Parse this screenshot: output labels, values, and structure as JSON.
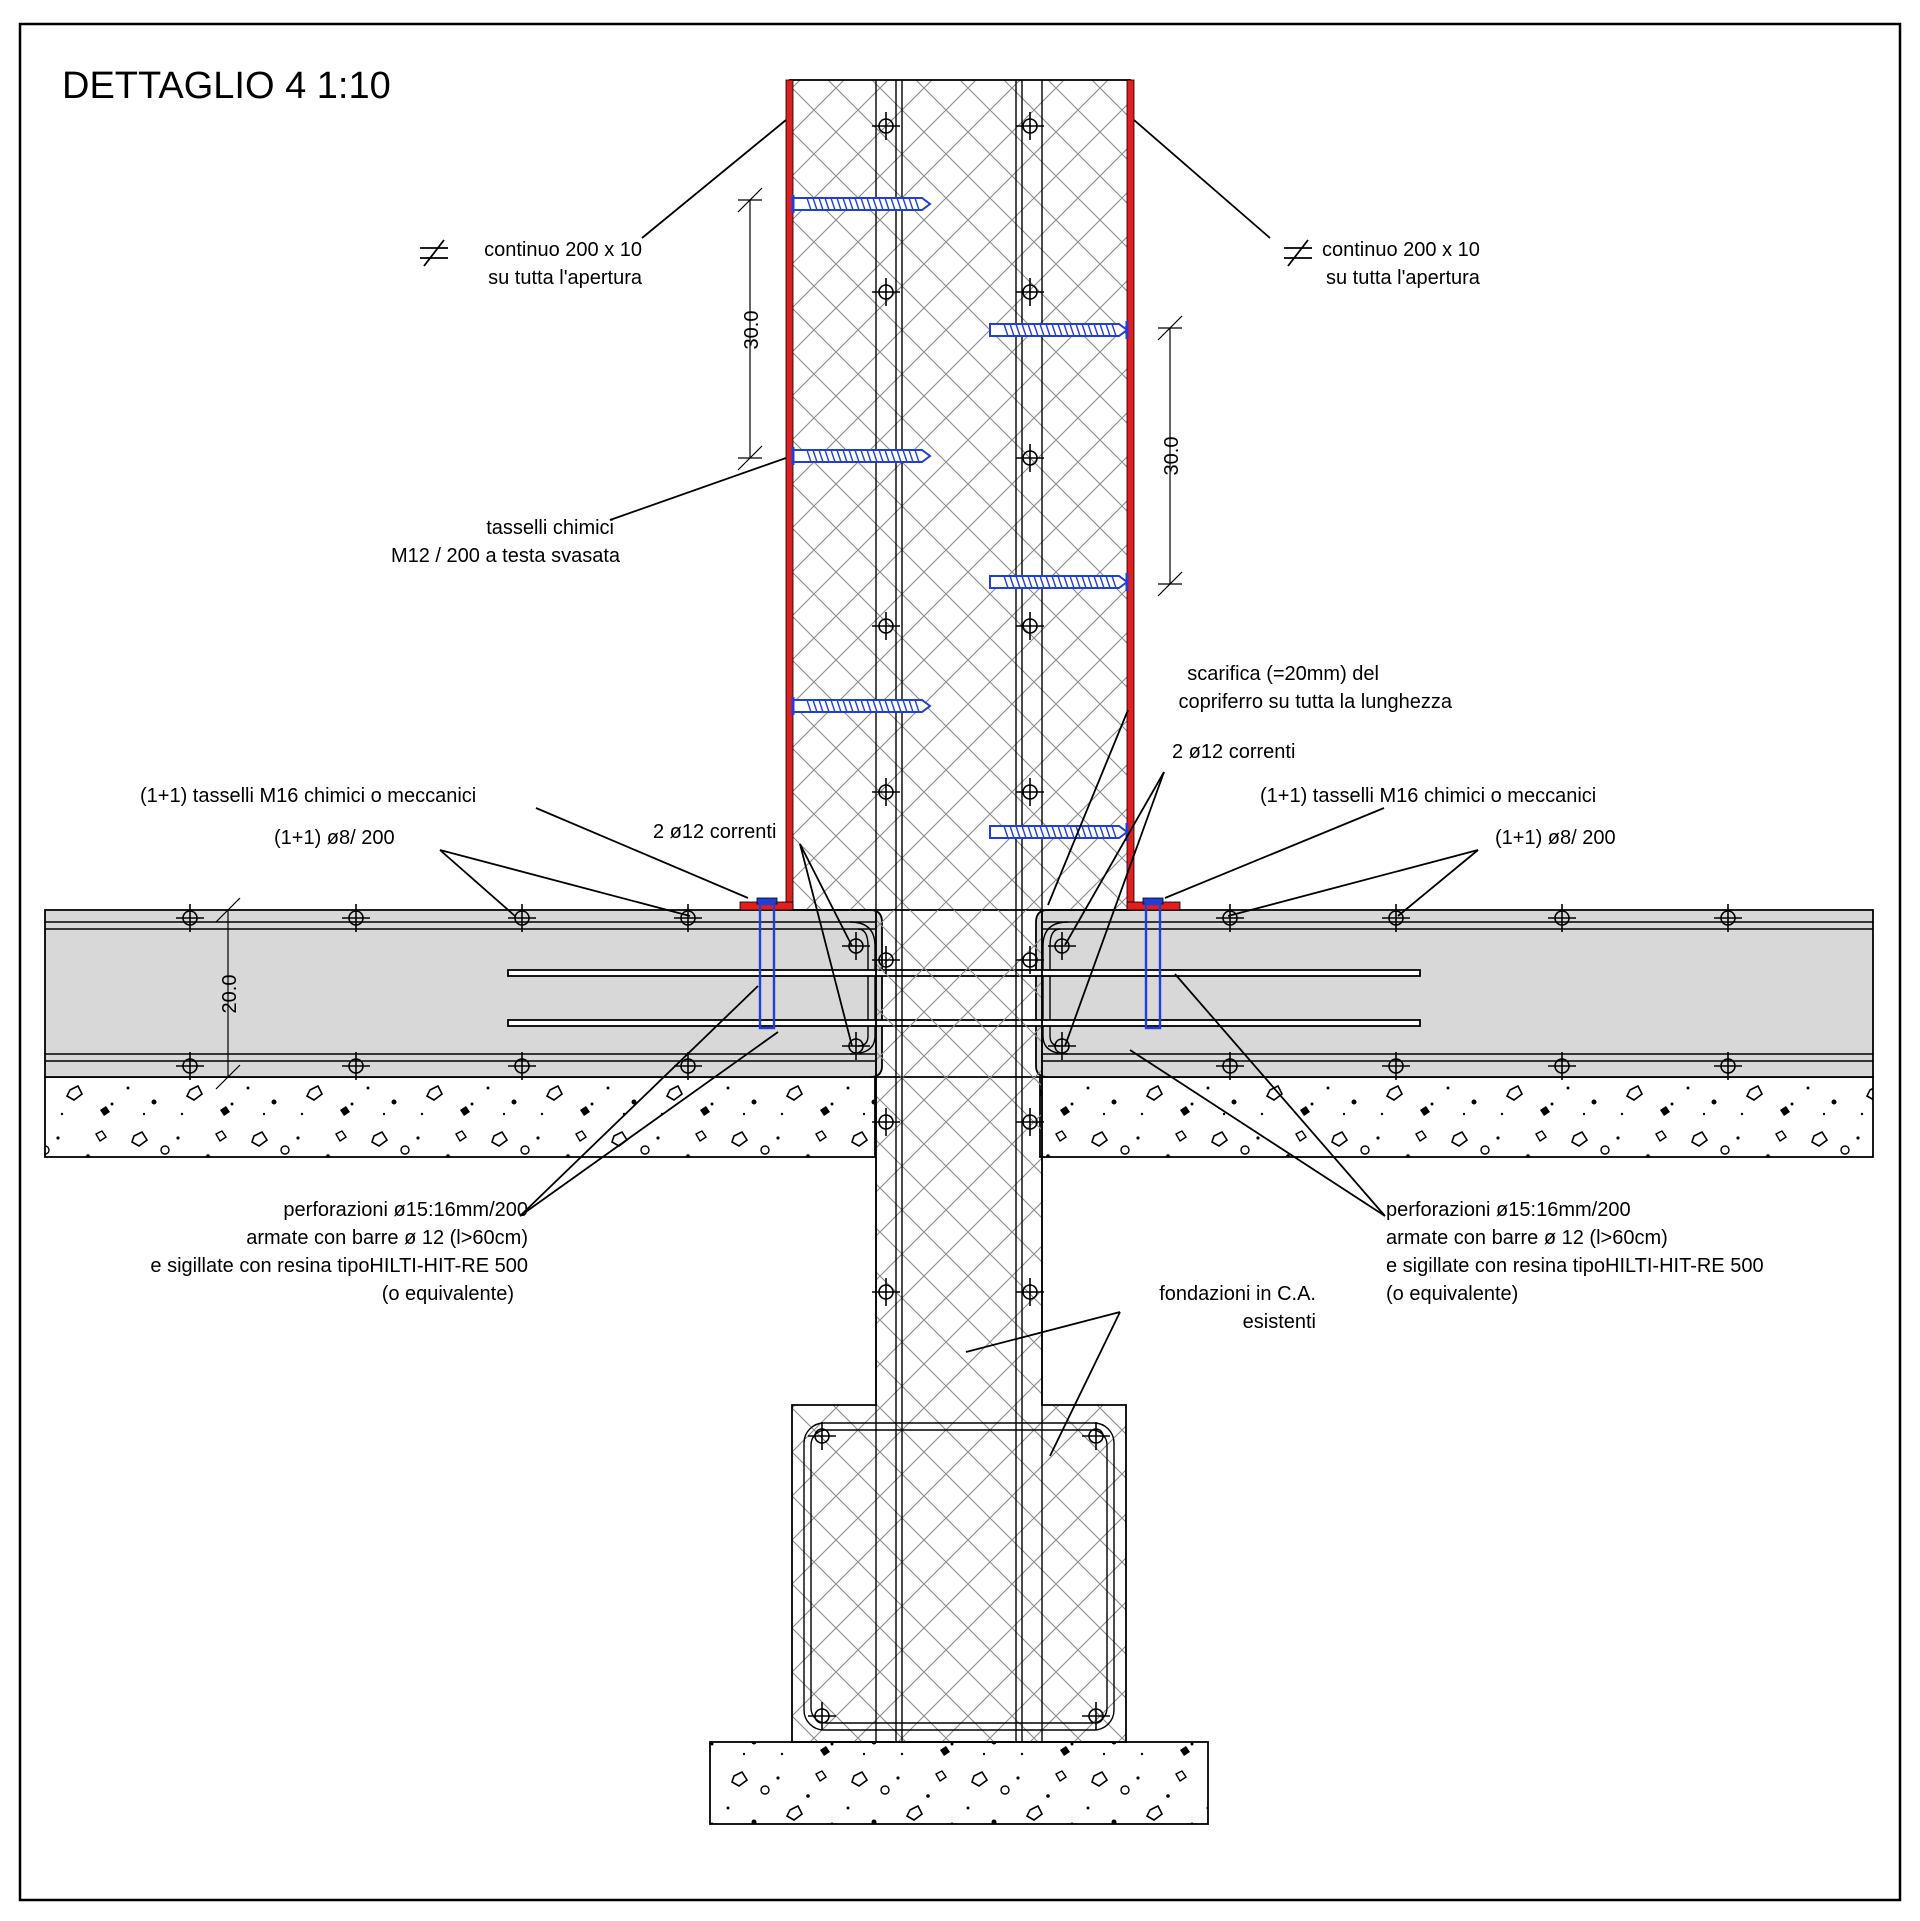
{
  "title": "DETTAGLIO 4 1:10",
  "labels": {
    "plate_left_1": "continuo 200 x 10",
    "plate_left_2": "su tutta l'apertura",
    "plate_right_1": "continuo 200 x 10",
    "plate_right_2": "su tutta l'apertura",
    "anchors_1": "tasselli chimici",
    "anchors_2": "M12 / 200 a testa svasata",
    "scarifica_1": "scarifica (=20mm) del",
    "scarifica_2": "copriferro su tutta la lunghezza",
    "bars_left": "2 ø12 correnti",
    "bars_right": "2 ø12 correnti",
    "tasselli_left": "(1+1) tasselli M16 chimici o meccanici",
    "tasselli_right": "(1+1) tasselli M16 chimici o meccanici",
    "rebar_left": "(1+1) ø8/ 200",
    "rebar_right": "(1+1) ø8/ 200",
    "perf_left_1": "perforazioni ø15:16mm/200",
    "perf_left_2": "armate con barre ø 12 (l>60cm)",
    "perf_left_3": "e sigillate con resina tipoHILTI-HIT-RE 500",
    "perf_left_4": "(o equivalente)",
    "perf_right_1": "perforazioni ø15:16mm/200",
    "perf_right_2": "armate con barre ø 12 (l>60cm)",
    "perf_right_3": "e sigillate con resina tipoHILTI-HIT-RE 500",
    "perf_right_4": "(o equivalente)",
    "fond_1": "fondazioni in C.A.",
    "fond_2": "esistenti"
  },
  "dimensions": {
    "spacing_left": "30.0",
    "spacing_right": "30.0",
    "slab_thickness": "20.0"
  },
  "colors": {
    "steel_plate": "#e02020",
    "anchor": "#1f3fd8",
    "concrete": "#d8d8d8",
    "hatch": "#8a8a8a"
  }
}
